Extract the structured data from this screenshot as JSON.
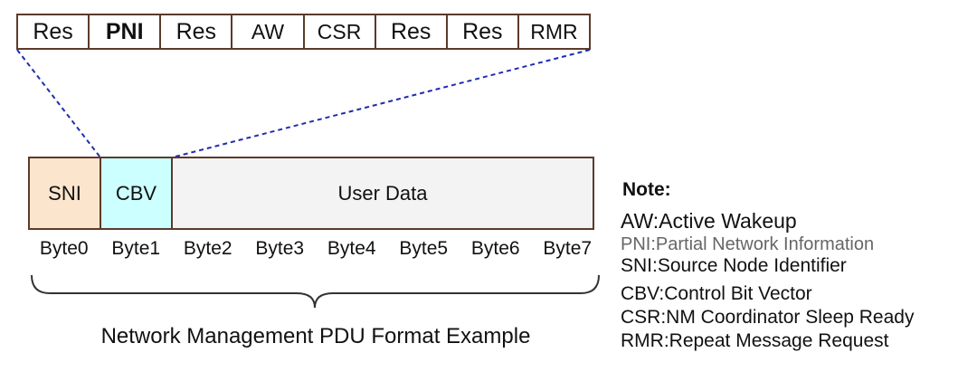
{
  "bit_fields": [
    "Res",
    "PNI",
    "Res",
    "AW",
    "CSR",
    "Res",
    "Res",
    "RMR"
  ],
  "pdu": {
    "sni_label": "SNI",
    "cbv_label": "CBV",
    "user_data_label": "User Data",
    "colors": {
      "sni": "#fce5cd",
      "cbv": "#ccffff",
      "user_data": "#f3f3f3",
      "border": "#5c3a2a",
      "connector": "#1f2db0"
    }
  },
  "bytes": [
    "Byte0",
    "Byte1",
    "Byte2",
    "Byte3",
    "Byte4",
    "Byte5",
    "Byte6",
    "Byte7"
  ],
  "caption": "Network Management PDU Format Example",
  "notes": {
    "title": "Note:",
    "aw": "AW:Active Wakeup",
    "pni": "PNI:Partial Network Information",
    "sni": "SNI:Source Node Identifier",
    "cbv": "CBV:Control Bit Vector",
    "csr": "CSR:NM Coordinator Sleep Ready",
    "rmr": "RMR:Repeat Message Request"
  }
}
